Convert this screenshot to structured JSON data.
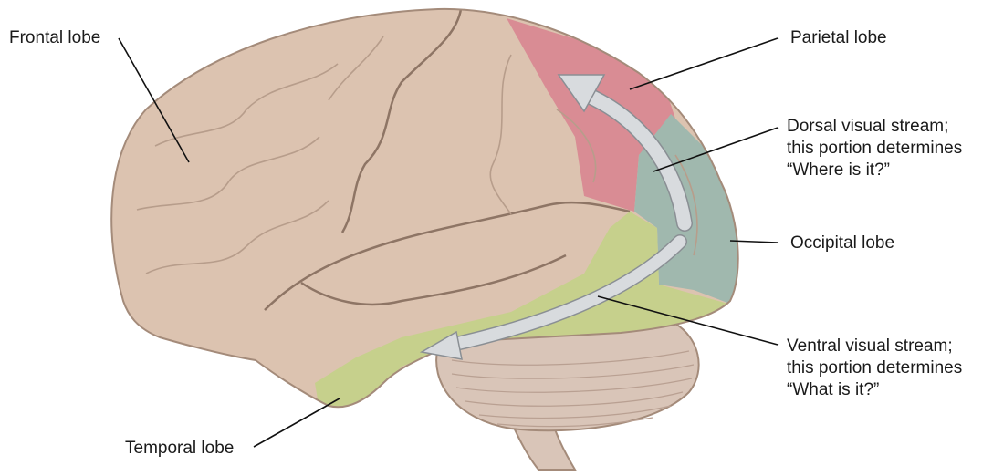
{
  "labels": {
    "frontal": "Frontal lobe",
    "parietal": "Parietal lobe",
    "dorsal": [
      "Dorsal visual stream;",
      "this portion determines",
      "“Where is it?”"
    ],
    "occipital": "Occipital lobe",
    "ventral": [
      "Ventral visual stream;",
      "this portion determines",
      "“What is it?”"
    ],
    "temporal": "Temporal lobe"
  },
  "colors": {
    "cerebrum": "#dcc3b0",
    "outline": "#a48b7a",
    "parietal": "#d98c94",
    "occipital": "#a0b8ae",
    "temporal": "#c6d08c",
    "cerebellum": "#d9c5b8",
    "arrow": "#d8dbde"
  }
}
